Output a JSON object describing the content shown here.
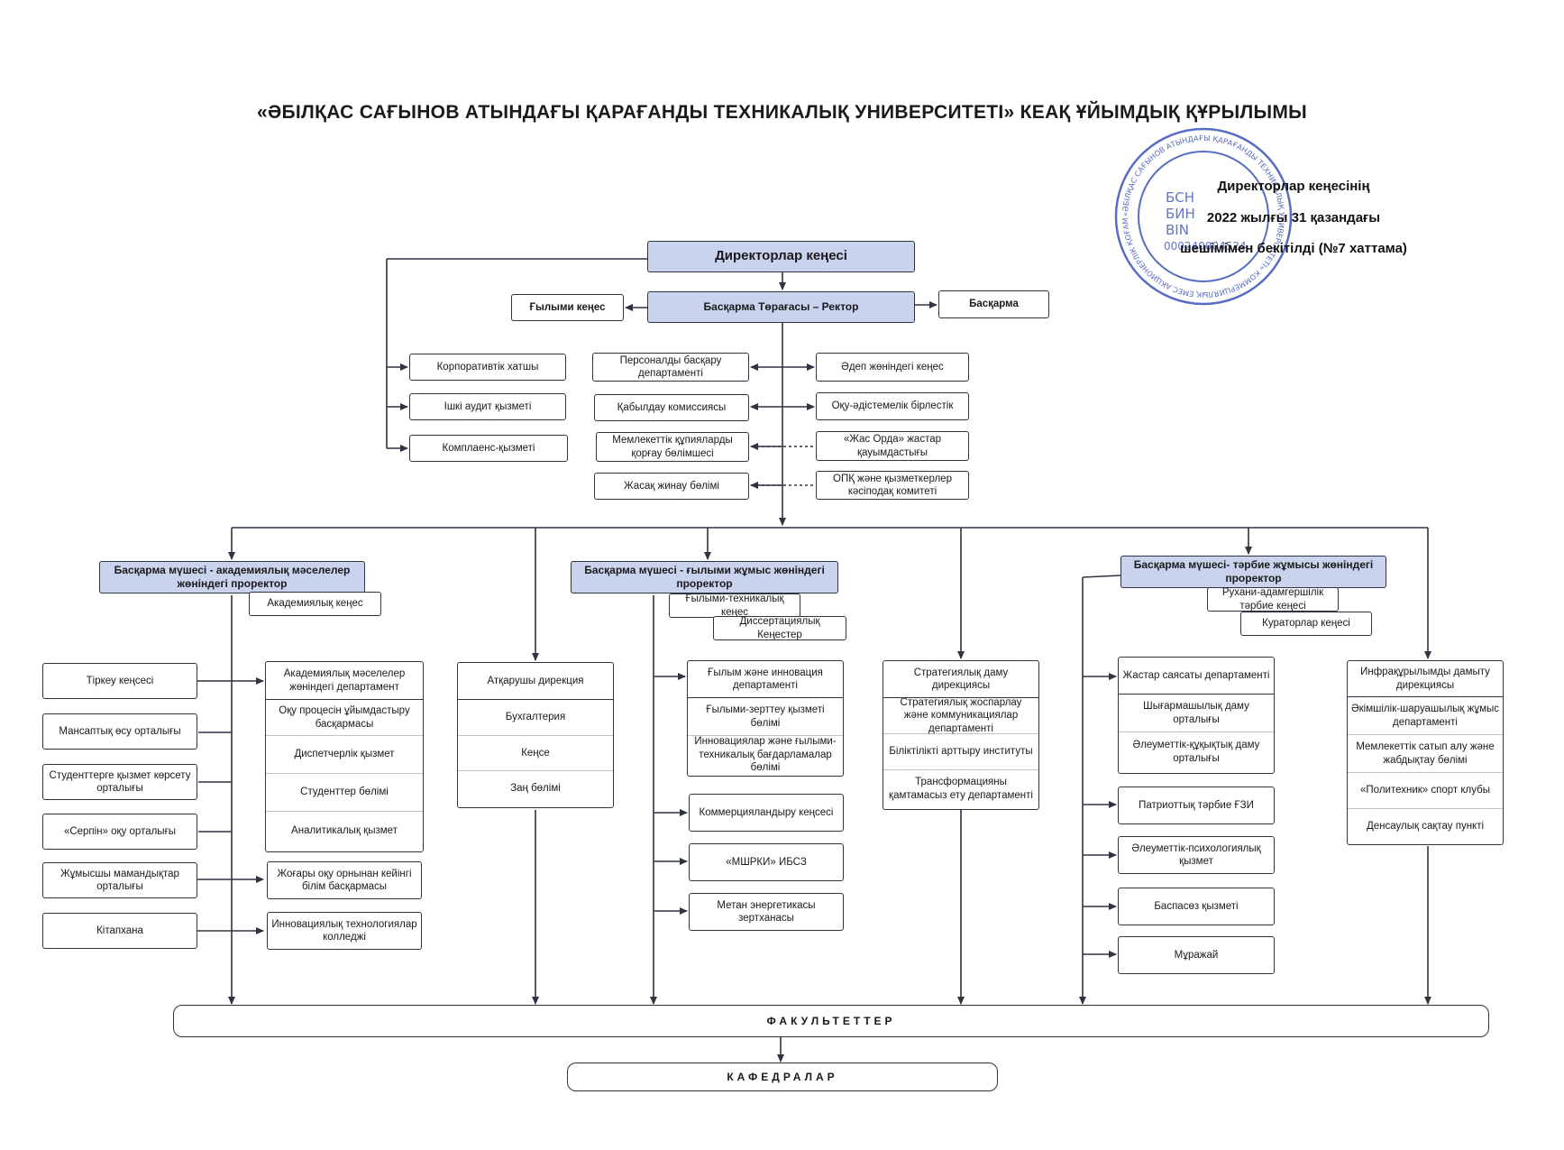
{
  "title": "«ӘБІЛҚАС САҒЫНОВ АТЫНДАҒЫ ҚАРАҒАНДЫ ТЕХНИКАЛЫҚ УНИВЕРСИТЕТІ» КЕАҚ ҰЙЫМДЫҚ ҚҰРЫЛЫМЫ",
  "approval": {
    "line1": "Директорлар кеңесінің",
    "line2": "2022 жылғы 31 қазандағы",
    "line3": "шешімімен бекітілді (№7 хаттама)"
  },
  "stamp": {
    "text": "«ӘБІЛҚАС САҒЫНОВ АТЫНДАҒЫ ҚАРАҒАНДЫ ТЕХНИКАЛЫҚ УНИВЕРСИТЕТІ» КОММЕРЦИЯЛЫҚ ЕМЕС АКЦИОНЕРЛІК ҚОҒАМЫ • NON-PROFIT JOINT STOCK COMPANY «ABYLKAS SAGINOV KARAGANDA TECHNICAL UNIVERSITY»",
    "bsn": "БСН",
    "bin_label": "БИН",
    "bin_en": "BIN",
    "number": "000240004524"
  },
  "top": {
    "board": "Директорлар кеңесі",
    "chair": "Басқарма Төрағасы – Ректор",
    "science_council": "Ғылыми кеңес",
    "management": "Басқарма"
  },
  "left_units": [
    "Корпоративтік хатшы",
    "Ішкі аудит қызметі",
    "Комплаенс-қызметі"
  ],
  "center_left_units": [
    "Персоналды басқару департаменті",
    "Қабылдау комиссиясы",
    "Мемлекеттік құпияларды қорғау бөлімшесі",
    "Жасақ жинау бөлімі"
  ],
  "center_right_units": [
    "Әдеп жөніндегі кеңес",
    "Оқу-әдістемелік бірлестік",
    "«Жас Орда» жастар қауымдастығы",
    "ОПҚ және қызметкерлер кәсіподақ комитеті"
  ],
  "academic": {
    "head": "Басқарма мүшесі - академиялық мәселелер жөніндегі проректор",
    "council": "Академиялық кеңес",
    "left": [
      "Тіркеу кеңсесі",
      "Мансаптық өсу орталығы",
      "Студенттерге қызмет көрсету орталығы",
      "«Серпін» оқу орталығы",
      "Жұмысшы мамандықтар орталығы",
      "Кітапхана"
    ],
    "dept_stack": [
      "Академиялық мәселелер жөніндегі департамент",
      "Оқу процесін ұйымдастыру басқармасы",
      "Диспетчерлік қызмет",
      "Студенттер бөлімі",
      "Аналитикалық қызмет"
    ],
    "postgrad": "Жоғары оқу орнынан кейінгі білім басқармасы",
    "college": "Инновациялық технологиялар колледжі"
  },
  "executive": [
    "Атқарушы дирекция",
    "Бухгалтерия",
    "Кеңсе",
    "Заң бөлімі"
  ],
  "science": {
    "head": "Басқарма мүшесі - ғылыми жұмыс жөніндегі проректор",
    "council": "Ғылыми-техникалық кеңес",
    "dissertation": "Диссертациялық Кеңестер",
    "dept_stack": [
      "Ғылым және инновация департаменті",
      "Ғылыми-зерттеу қызметі бөлімі",
      "Инновациялар және ғылыми-техникалық бағдарламалар бөлімі"
    ],
    "units": [
      "Коммерцияландыру кеңсесі",
      "«МШРКИ» ИБСЗ",
      "Метан энергетикасы зертханасы"
    ]
  },
  "strategy": [
    "Стратегиялық даму дирекциясы",
    "Стратегиялық жоспарлау және коммуникациялар департаменті",
    "Біліктілікті арттыру институты",
    "Трансформацияны қамтамасыз ету департаменті"
  ],
  "education": {
    "head": "Басқарма мүшесі- тәрбие жұмысы жөніндегі проректор",
    "council": "Рухани-адамгершілік тәрбие кеңесі",
    "curators": "Кураторлар кеңесі",
    "dept_stack": [
      "Жастар саясаты департаменті",
      "Шығармашылық даму орталығы",
      "Әлеуметтік-құқықтық даму орталығы"
    ],
    "units": [
      "Патриоттық тәрбие ҒЗИ",
      "Әлеуметтік-психологиялық қызмет",
      "Баспасөз қызметі",
      "Мұражай"
    ]
  },
  "infra": [
    "Инфрақұрылымды дамыту дирекциясы",
    "Әкімшілік-шаруашылық жұмыс департаменті",
    "Мемлекеттік сатып алу және жабдықтау бөлімі",
    "«Политехник» спорт клубы",
    "Денсаулық сақтау пункті"
  ],
  "faculties": "ФАКУЛЬТЕТТЕР",
  "departments": "КАФЕДРАЛАР",
  "colors": {
    "box_fill": "#c9d3ee",
    "line": "#2f3440",
    "stamp": "#3a52b8"
  }
}
